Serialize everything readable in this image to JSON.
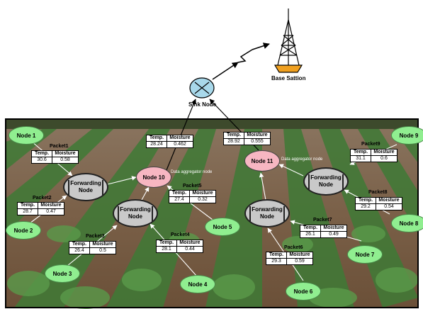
{
  "base_station": {
    "label": "Base Sattion"
  },
  "sink": {
    "label": "Sink Node"
  },
  "table_headers": {
    "temp": "Temp.",
    "moisture": "Moisture"
  },
  "aggregators": [
    {
      "label": "Node 10",
      "caption": "Data aggregator node"
    },
    {
      "label": "Node 11",
      "caption": "Data aggregator node"
    }
  ],
  "forwarding": [
    {
      "label": "Forwarding Node"
    },
    {
      "label": "Forwarding Node"
    },
    {
      "label": "Forwarding Node"
    },
    {
      "label": "Forwarding Node"
    }
  ],
  "sensors": [
    {
      "label": "Node 1"
    },
    {
      "label": "Node 2"
    },
    {
      "label": "Node 3"
    },
    {
      "label": "Node 4"
    },
    {
      "label": "Node 5"
    },
    {
      "label": "Node 6"
    },
    {
      "label": "Node 7"
    },
    {
      "label": "Node 8"
    },
    {
      "label": "Node 9"
    }
  ],
  "packets": [
    {
      "label": "Packet1",
      "temp": "30.6",
      "moisture": "0.58"
    },
    {
      "label": "Packet2",
      "temp": "28.7",
      "moisture": "0.47"
    },
    {
      "label": "Packet3",
      "temp": "26.4",
      "moisture": "0.5"
    },
    {
      "label": "Packet4",
      "temp": "28.1",
      "moisture": "0.44"
    },
    {
      "label": "Packet5",
      "temp": "27.4",
      "moisture": "0.32"
    },
    {
      "label": "Packet6",
      "temp": "29.3",
      "moisture": "0.59"
    },
    {
      "label": "Packet7",
      "temp": "26.1",
      "moisture": "0.49"
    },
    {
      "label": "Packet8",
      "temp": "29.2",
      "moisture": "0.54"
    },
    {
      "label": "Packet9",
      "temp": "31.1",
      "moisture": "0.6"
    }
  ],
  "aggregated": [
    {
      "temp": "28.24",
      "moisture": "0.462"
    },
    {
      "temp": "28.92",
      "moisture": "0.555"
    }
  ],
  "colors": {
    "sensor_fill": "#90ee90",
    "forwarding_fill": "#c9c9c9",
    "aggregator_fill": "#f7b6c2",
    "sink_fill": "#a8d8ea",
    "tower_base": "#f0a020"
  }
}
